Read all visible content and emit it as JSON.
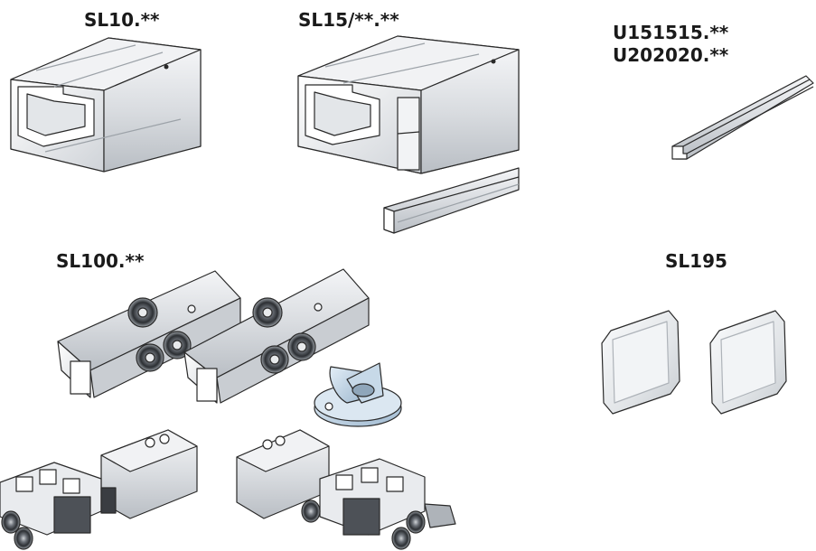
{
  "labels": {
    "sl10": "SL10.**",
    "sl15": "SL15/**.**",
    "u151515": "U151515.**",
    "u202020": "U202020.**",
    "sl100": "SL100.**",
    "sl195": "SL195"
  },
  "colors": {
    "metal_light": "#eef0f2",
    "metal_mid": "#c9cdd2",
    "metal_dark": "#8f959c",
    "outline": "#2a2a2a",
    "wheel_dark": "#3a3d42",
    "accent_blue": "#bcd2e6"
  }
}
